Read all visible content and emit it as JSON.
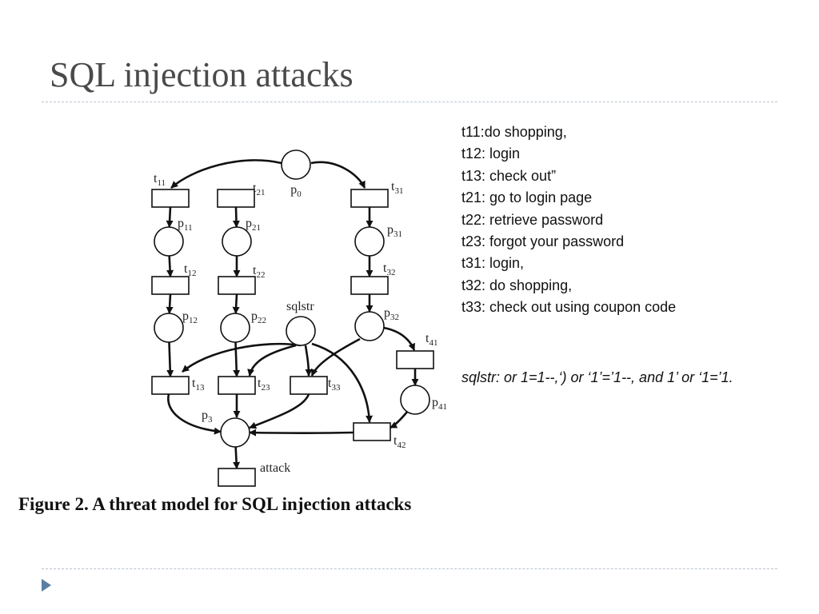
{
  "slide": {
    "title": "SQL injection attacks",
    "caption": "Figure 2. A threat model for SQL injection attacks",
    "legend": [
      "t11:do shopping,",
      "t12: login",
      "t13: check out”",
      "t21: go to login page",
      "t22: retrieve password",
      "t23: forgot your password",
      "t31: login,",
      "t32: do shopping,",
      "t33: check out using coupon code"
    ],
    "sqlstr_note": "sqlstr:  or 1=1--,‘) or ‘1’=’1--, and 1’ or ‘1=’1."
  },
  "diagram": {
    "places": [
      {
        "id": "p0",
        "base": "p",
        "sub": "0"
      },
      {
        "id": "p11",
        "base": "p",
        "sub": "11"
      },
      {
        "id": "p21",
        "base": "p",
        "sub": "21"
      },
      {
        "id": "p31",
        "base": "p",
        "sub": "31"
      },
      {
        "id": "p12",
        "base": "p",
        "sub": "12"
      },
      {
        "id": "p22",
        "base": "p",
        "sub": "22"
      },
      {
        "id": "sqlstr",
        "base": "sqlstr",
        "sub": ""
      },
      {
        "id": "p32",
        "base": "p",
        "sub": "32"
      },
      {
        "id": "p41",
        "base": "p",
        "sub": "41"
      },
      {
        "id": "p3",
        "base": "p",
        "sub": "3"
      }
    ],
    "transitions": [
      {
        "id": "t11",
        "base": "t",
        "sub": "11"
      },
      {
        "id": "t21",
        "base": "t",
        "sub": "21"
      },
      {
        "id": "t31",
        "base": "t",
        "sub": "31"
      },
      {
        "id": "t12",
        "base": "t",
        "sub": "12"
      },
      {
        "id": "t22",
        "base": "t",
        "sub": "22"
      },
      {
        "id": "t32",
        "base": "t",
        "sub": "32"
      },
      {
        "id": "t13",
        "base": "t",
        "sub": "13"
      },
      {
        "id": "t23",
        "base": "t",
        "sub": "23"
      },
      {
        "id": "t33",
        "base": "t",
        "sub": "33"
      },
      {
        "id": "t41",
        "base": "t",
        "sub": "41"
      },
      {
        "id": "t42",
        "base": "t",
        "sub": "42"
      },
      {
        "id": "attack",
        "base": "attack",
        "sub": ""
      }
    ],
    "arcs": [
      {
        "from": "p0",
        "to": "t11"
      },
      {
        "from": "p0",
        "to": "t31"
      },
      {
        "from": "t11",
        "to": "p11"
      },
      {
        "from": "p11",
        "to": "t12"
      },
      {
        "from": "t12",
        "to": "p12"
      },
      {
        "from": "p12",
        "to": "t13"
      },
      {
        "from": "t13",
        "to": "p3"
      },
      {
        "from": "t21",
        "to": "p21"
      },
      {
        "from": "p21",
        "to": "t22"
      },
      {
        "from": "t22",
        "to": "p22"
      },
      {
        "from": "p22",
        "to": "t23"
      },
      {
        "from": "t23",
        "to": "p3"
      },
      {
        "from": "t31",
        "to": "p31"
      },
      {
        "from": "p31",
        "to": "t32"
      },
      {
        "from": "t32",
        "to": "p32"
      },
      {
        "from": "p32",
        "to": "t33"
      },
      {
        "from": "p32",
        "to": "t41"
      },
      {
        "from": "t41",
        "to": "p41"
      },
      {
        "from": "p41",
        "to": "t42"
      },
      {
        "from": "t42",
        "to": "p3"
      },
      {
        "from": "sqlstr",
        "to": "t13"
      },
      {
        "from": "sqlstr",
        "to": "t23"
      },
      {
        "from": "sqlstr",
        "to": "t33"
      },
      {
        "from": "sqlstr",
        "to": "t42"
      },
      {
        "from": "t33",
        "to": "p3"
      },
      {
        "from": "p3",
        "to": "attack"
      }
    ]
  }
}
